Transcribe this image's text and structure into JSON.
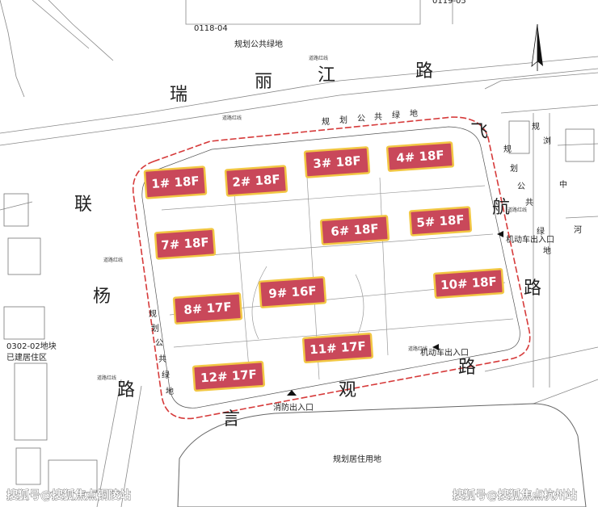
{
  "parcels": {
    "top_code": "0118-04",
    "top_right_code": "0119-05",
    "top_green": "规划公共绿地",
    "left_code": "0302-02地块",
    "left_status": "已建居住区",
    "bottom_use": "规划居住用地"
  },
  "roads": {
    "north": [
      "瑞",
      "丽",
      "江",
      "路"
    ],
    "west": [
      "联",
      "杨",
      "路"
    ],
    "south": [
      "言",
      "观",
      "路"
    ],
    "east": [
      "飞",
      "航",
      "路"
    ],
    "east_vertical_text": [
      "规",
      "划",
      "公",
      "共",
      "绿",
      "地"
    ],
    "river_text": [
      "规",
      "浏",
      "中",
      "河"
    ]
  },
  "green_labels": {
    "north_inner": [
      "规",
      "划",
      "公",
      "共",
      "绿",
      "地"
    ],
    "west_inner": [
      "规",
      "划",
      "公",
      "共",
      "绿",
      "地"
    ]
  },
  "entrances": {
    "east_vehicle": "机动车出入口",
    "south_vehicle": "机动车出入口",
    "fire": "消防出入口"
  },
  "road_redline_label": "道路红线",
  "buildings": [
    {
      "id": "1",
      "label": "1# 18F"
    },
    {
      "id": "2",
      "label": "2# 18F"
    },
    {
      "id": "3",
      "label": "3# 18F"
    },
    {
      "id": "4",
      "label": "4# 18F"
    },
    {
      "id": "5",
      "label": "5# 18F"
    },
    {
      "id": "6",
      "label": "6# 18F"
    },
    {
      "id": "7",
      "label": "7# 18F"
    },
    {
      "id": "8",
      "label": "8# 17F"
    },
    {
      "id": "9",
      "label": "9# 16F"
    },
    {
      "id": "10",
      "label": "10# 18F"
    },
    {
      "id": "11",
      "label": "11# 17F"
    },
    {
      "id": "12",
      "label": "12# 17F"
    }
  ],
  "watermarks": {
    "left": "搜狐号@搜狐焦点铜陵站",
    "right": "搜狐号@搜狐焦点杭州站"
  },
  "colors": {
    "building_fill": "#c9485a",
    "building_border": "#f2c744",
    "site_redline": "#d63a3a"
  }
}
